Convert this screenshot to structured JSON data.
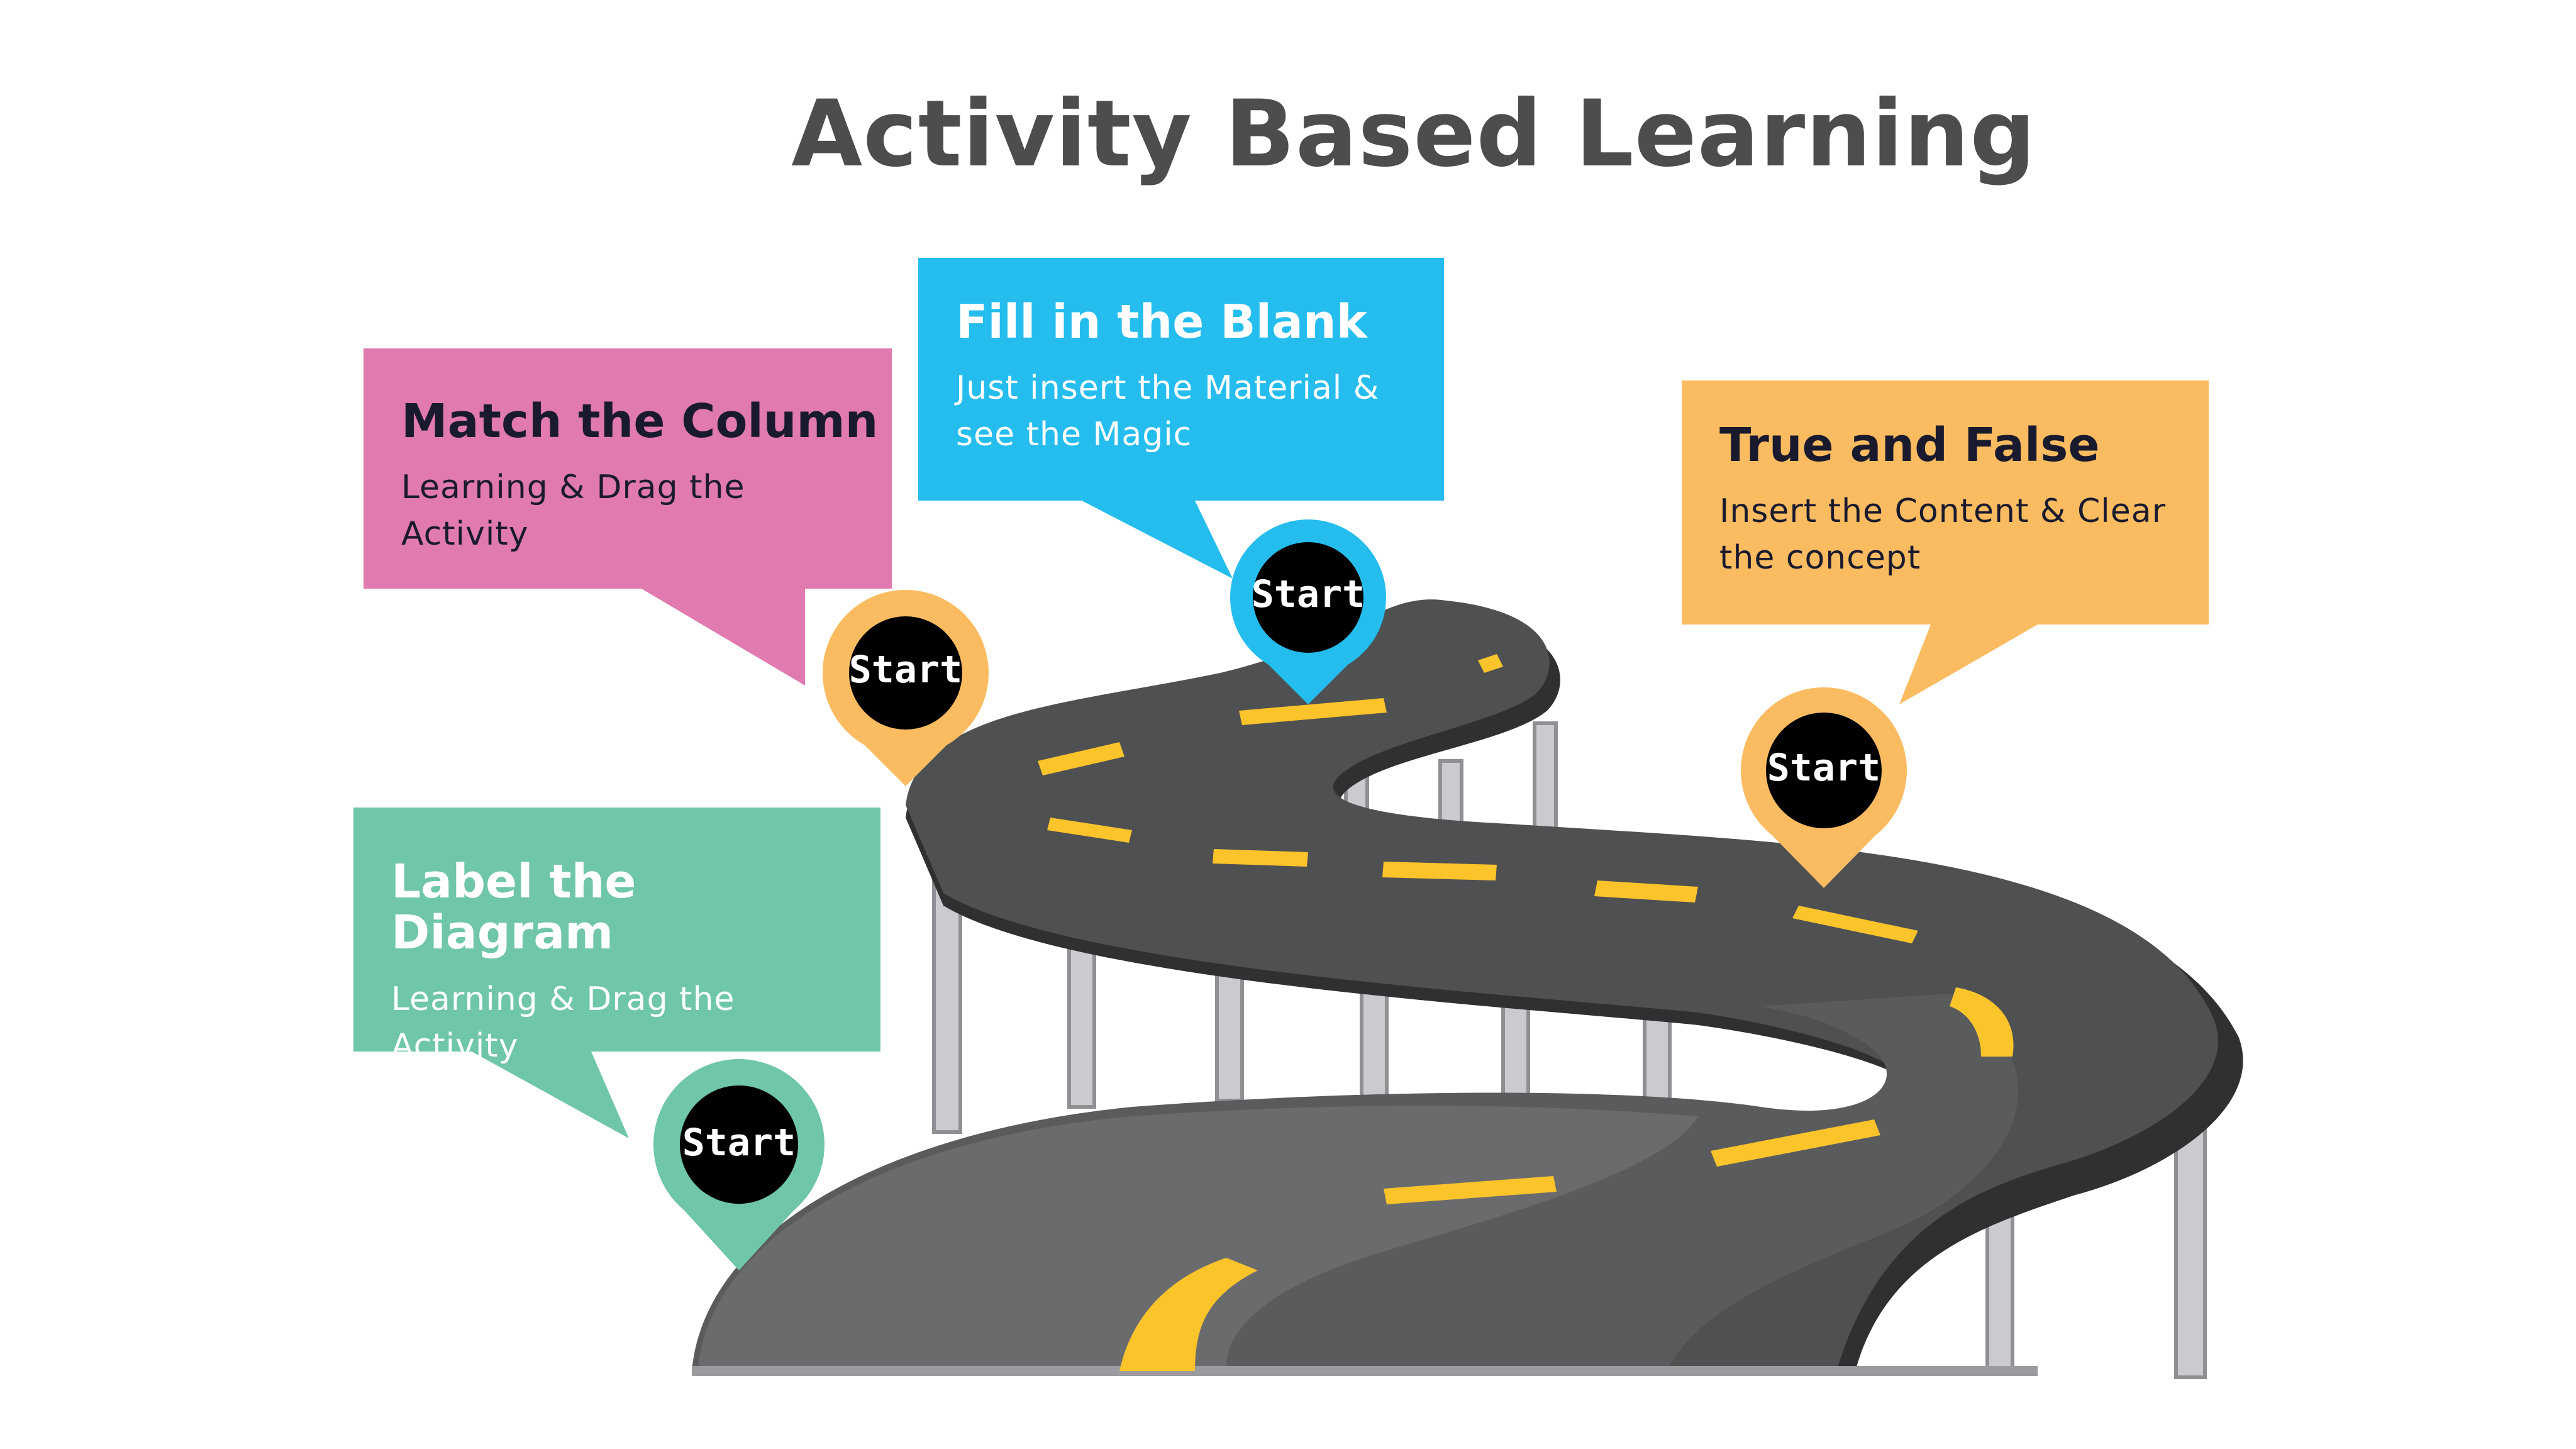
{
  "title": "Activity Based Learning",
  "colors": {
    "pink": "#e07aaf",
    "blue": "#25bdee",
    "orange": "#fbbc61",
    "green": "#6fc6a8",
    "road": "#4f5052",
    "road_dark": "#2f3032",
    "lane": "#fcc42b",
    "title": "#4d4d4d"
  },
  "callouts": {
    "match": {
      "title": "Match the Column",
      "desc1": "Learning & Drag the",
      "desc2": "Activity",
      "pin": "Start"
    },
    "fill": {
      "title": "Fill in the Blank",
      "desc1": "Just insert the Material &",
      "desc2": "see the Magic",
      "pin": "Start"
    },
    "truefalse": {
      "title": "True and False",
      "desc1": "Insert the Content & Clear",
      "desc2": "the concept",
      "pin": "Start"
    },
    "label": {
      "title": "Label the Diagram",
      "desc1": "Learning & Drag the",
      "desc2": "Activity",
      "pin": "Start"
    }
  }
}
